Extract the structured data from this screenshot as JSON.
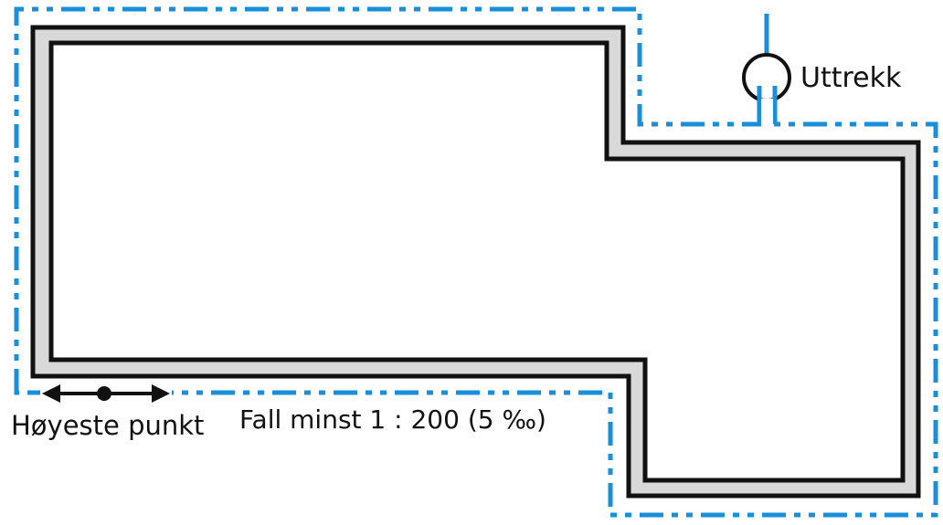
{
  "labels": {
    "outlet": "Uttrekk",
    "highest_point": "Høyeste punkt",
    "slope": "Fall minst 1 : 200 (5 ‰)"
  },
  "colors": {
    "drain_line": "#1a8fd8",
    "wall_outline": "#111111",
    "wall_fill": "#d9d9d9",
    "background": "#ffffff"
  },
  "icons": {
    "outlet": "outlet-circle-icon",
    "highest_point": "double-arrow-with-dot-icon"
  }
}
